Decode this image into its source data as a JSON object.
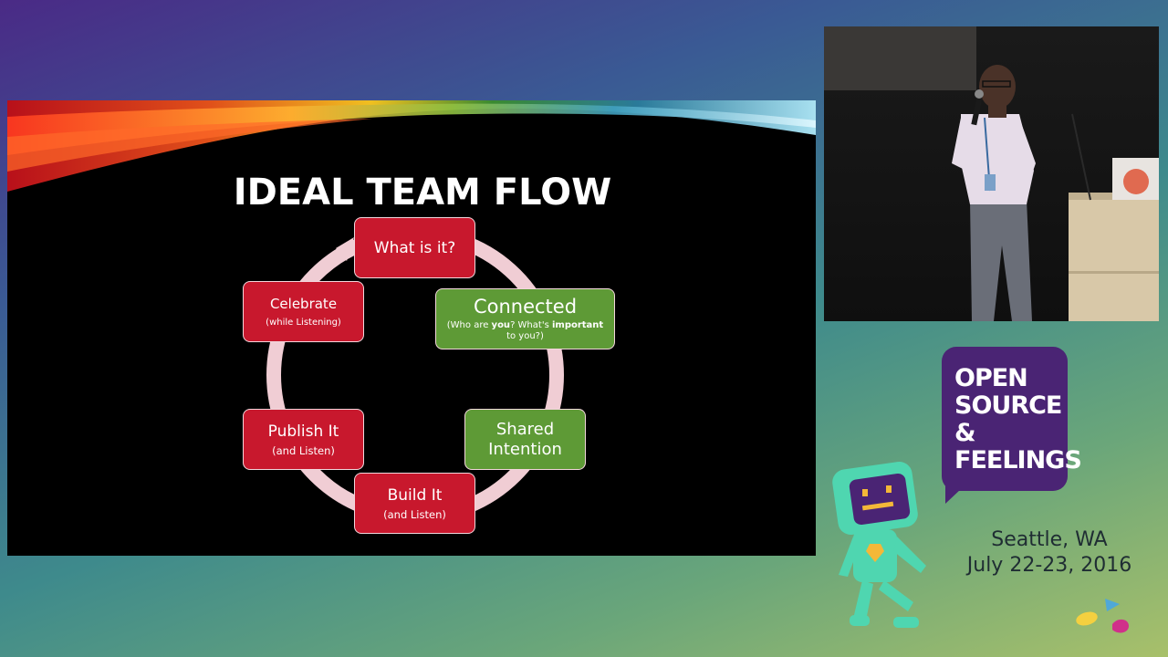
{
  "slide": {
    "title": "IDEAL TEAM FLOW",
    "steps": [
      {
        "label": "What is it?",
        "color": "#c8182d"
      },
      {
        "label": "Connected",
        "note_parts": [
          "(Who are ",
          "you",
          "? What's ",
          "important",
          " to you?)"
        ],
        "color": "#5e9a36"
      },
      {
        "label": "Shared Intention",
        "color": "#5e9a36"
      },
      {
        "label": "Build It",
        "note": "(and Listen)",
        "color": "#c8182d"
      },
      {
        "label": "Publish It",
        "note": "(and Listen)",
        "color": "#c8182d"
      },
      {
        "label": "Celebrate",
        "note": "(while Listening)",
        "color": "#c8182d"
      }
    ],
    "cycle_ring_color": "#f0cdd4"
  },
  "branding": {
    "logo_lines": [
      "OPEN",
      "SOURCE",
      "&",
      "FEELINGS"
    ],
    "logo_color": "#4a2474",
    "location": "Seattle, WA",
    "dates": "July 22-23, 2016"
  },
  "icons": [
    "speaker-video",
    "robot-mascot",
    "speech-bubble-icon",
    "confetti-icon"
  ]
}
